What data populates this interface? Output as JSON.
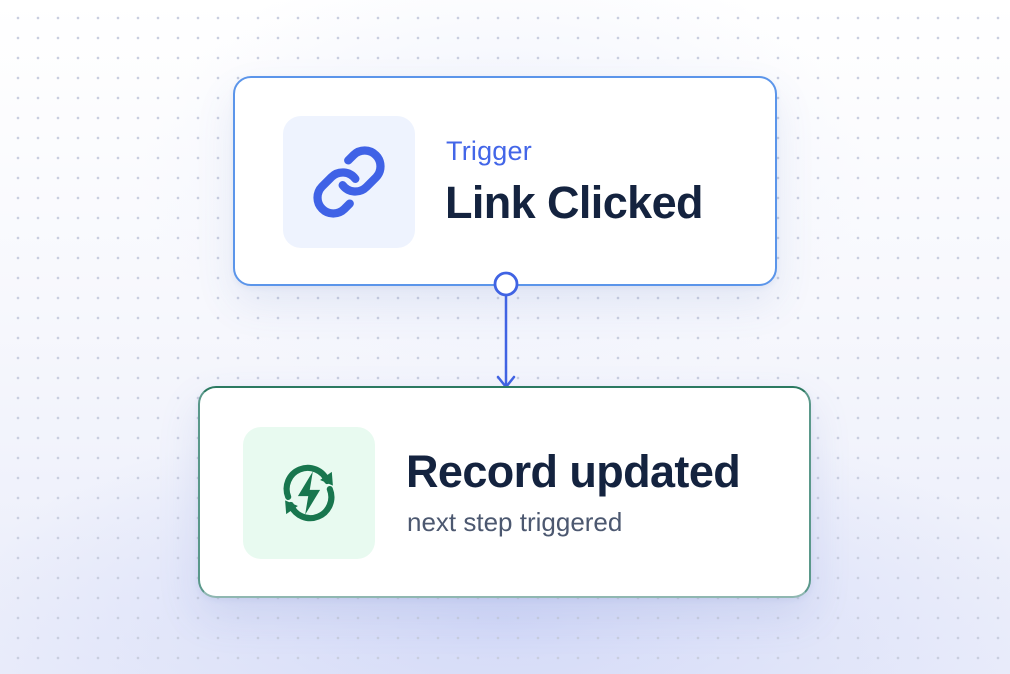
{
  "trigger_node": {
    "kicker": "Trigger",
    "title": "Link Clicked",
    "icon": "link-icon",
    "accent_color": "#4366e8",
    "border_color": "#5b95ea"
  },
  "action_node": {
    "title": "Record updated",
    "subtitle": "next step triggered",
    "icon": "refresh-bolt-icon",
    "accent_color": "#18764e",
    "border_color": "#2c7a61"
  },
  "connector": {
    "color": "#4063e3"
  }
}
